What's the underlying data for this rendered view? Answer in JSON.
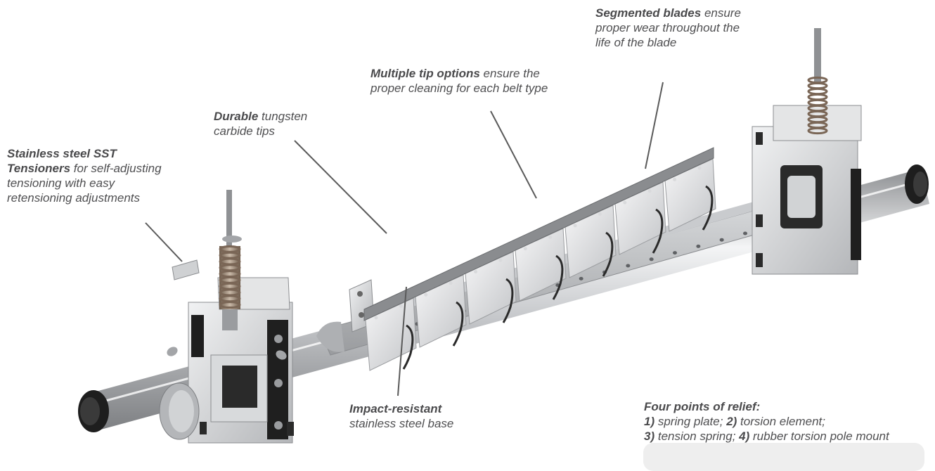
{
  "callouts": {
    "segmented": {
      "bold": "Segmented blades",
      "rest": " ensure",
      "line2": "proper wear throughout the",
      "line3": "life of the blade"
    },
    "multiple": {
      "bold": "Multiple tip options",
      "rest": " ensure the",
      "line2": "proper cleaning for each belt type"
    },
    "durable": {
      "bold": "Durable",
      "rest": " tungsten",
      "line2": "carbide tips"
    },
    "stainless": {
      "bold1": "Stainless steel SST",
      "bold2": "Tensioners",
      "rest2": " for self-adjusting",
      "line3": "tensioning with easy",
      "line4": "retensioning adjustments"
    },
    "impact": {
      "bold": "Impact-resistant",
      "line2": "stainless steel base"
    },
    "relief": {
      "title": "Four points of relief:",
      "n1": "1)",
      "t1": " spring plate; ",
      "n2": "2)",
      "t2": " torsion element;",
      "n3": "3)",
      "t3": " tension spring; ",
      "n4": "4)",
      "t4": " rubber torsion pole mount"
    }
  },
  "colors": {
    "steel_light": "#e6e7e8",
    "steel_mid": "#b7b9bc",
    "steel_dark": "#7d7f82",
    "rubber": "#1e1e1e",
    "leader": "#5a5a5a",
    "text": "#4f4f51"
  }
}
